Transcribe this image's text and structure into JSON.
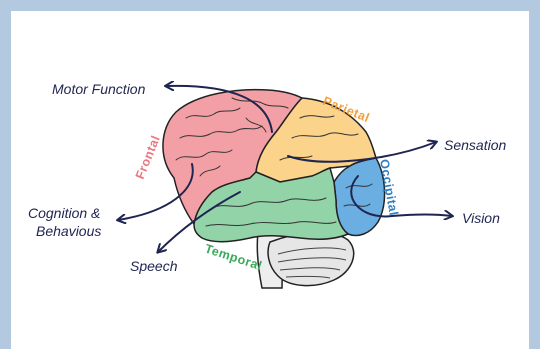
{
  "diagram": {
    "functions": {
      "motor": "Motor Function",
      "sensation": "Sensation",
      "cognition_line1": "Cognition &",
      "cognition_line2": "Behavious",
      "vision": "Vision",
      "speech": "Speech"
    },
    "lobes": {
      "frontal": {
        "name": "Frontal",
        "color": "#e9777f",
        "fill": "#f2a0a6"
      },
      "parietal": {
        "name": "Parietal",
        "color": "#f0a03c",
        "fill": "#fbd38a"
      },
      "occipital": {
        "name": "Occipital",
        "color": "#2f7fc4",
        "fill": "#6aaee2"
      },
      "temporal": {
        "name": "Temporal",
        "color": "#3aaa5a",
        "fill": "#93d3a8"
      }
    },
    "colors": {
      "background": "#b3c9df",
      "arrow": "#1f2550",
      "cerebellum": "#e6e6e6",
      "brainstem": "#eeeeee"
    }
  }
}
